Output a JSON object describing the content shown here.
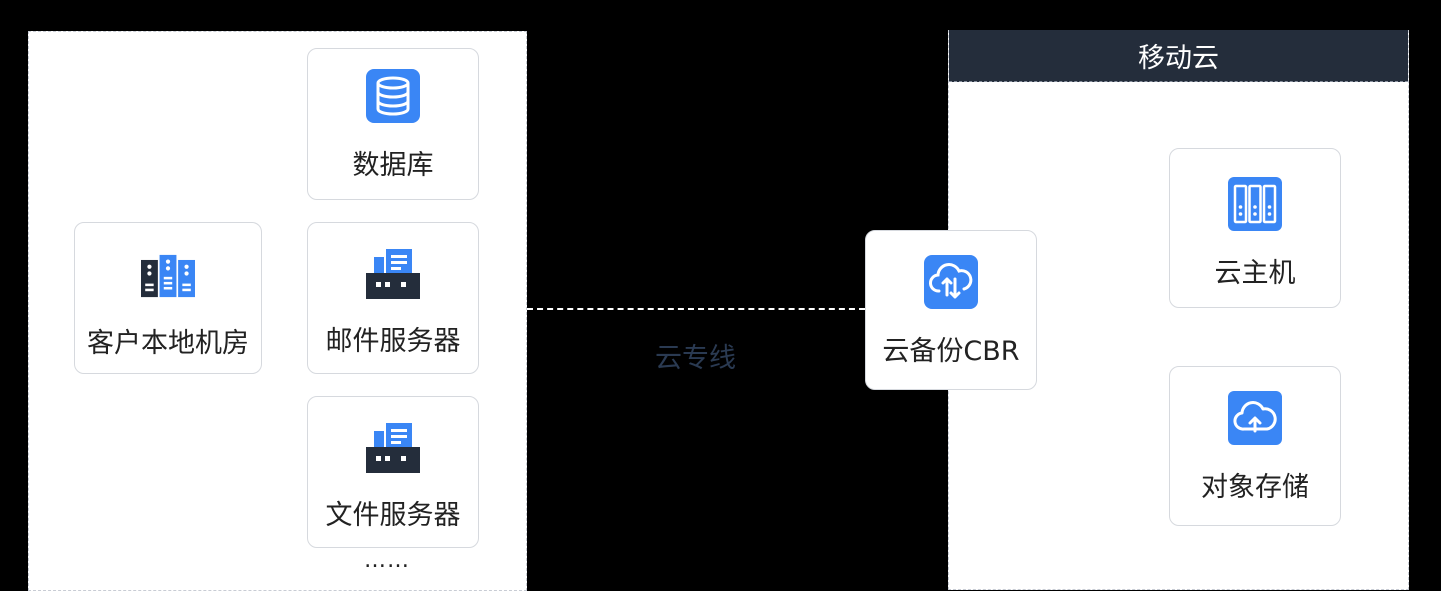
{
  "link_label": "云专线",
  "right_panel": {
    "title": "移动云"
  },
  "nodes": {
    "on_prem": {
      "label": "客户本地机房",
      "icon": "server-rack-icon"
    },
    "database": {
      "label": "数据库",
      "icon": "database-icon"
    },
    "mail_server": {
      "label": "邮件服务器",
      "icon": "server-machine-icon"
    },
    "file_server": {
      "label": "文件服务器",
      "icon": "server-machine-icon"
    },
    "cbr": {
      "label": "云备份CBR",
      "icon": "cloud-backup-icon"
    },
    "vm": {
      "label": "云主机",
      "icon": "cloud-host-icon"
    },
    "oss": {
      "label": "对象存储",
      "icon": "object-storage-icon"
    }
  },
  "more_indicator": "……",
  "colors": {
    "accent": "#3a86f5",
    "dark": "#242d3b",
    "background": "#000000"
  }
}
